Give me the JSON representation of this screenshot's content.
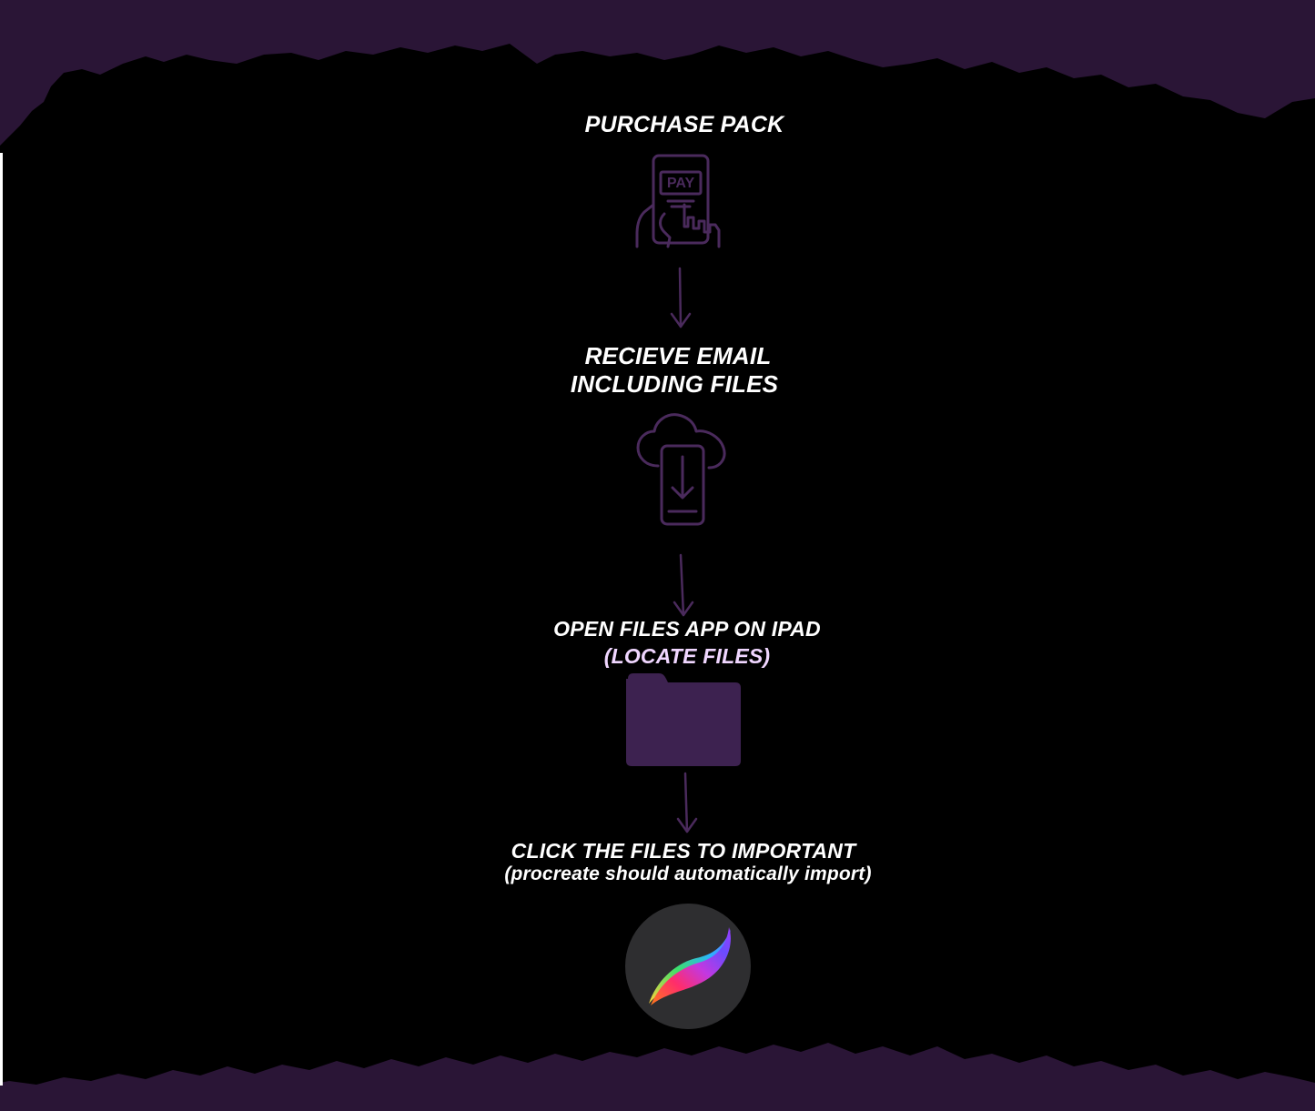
{
  "steps": [
    {
      "label": "PURCHASE PACK",
      "icon": "pay-phone-icon"
    },
    {
      "label_line1": "RECIEVE EMAIL",
      "label_line2": "INCLUDING FILES",
      "icon": "cloud-download-phone-icon"
    },
    {
      "label_line1": "OPEN FILES APP ON IPAD",
      "label_line2": "(LOCATE FILES)",
      "icon": "folder-icon"
    },
    {
      "label_line1": "CLICK THE FILES TO IMPORTANT",
      "label_line2": "(procreate should automatically import)",
      "icon": "procreate-logo-icon"
    }
  ],
  "icon_pay_text": "PAY",
  "colors": {
    "background": "#000000",
    "frame": "#2a1536",
    "icon_stroke": "#4a2a5c",
    "folder_fill": "#3d2250",
    "text": "#ffffff"
  }
}
